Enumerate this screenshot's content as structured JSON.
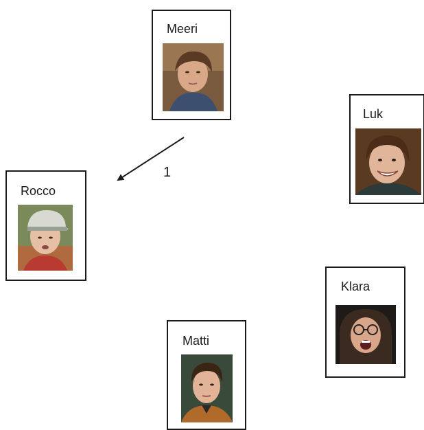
{
  "people": {
    "meeri": {
      "name": "Meeri",
      "photo_icon": "girl-portrait-photo"
    },
    "luk": {
      "name": "Luk",
      "photo_icon": "boy-smiling-portrait-photo"
    },
    "rocco": {
      "name": "Rocco",
      "photo_icon": "boy-with-cap-portrait-photo"
    },
    "klara": {
      "name": "Klara",
      "photo_icon": "girl-with-glasses-portrait-photo"
    },
    "matti": {
      "name": "Matti",
      "photo_icon": "boy-portrait-photo"
    }
  },
  "arrows": [
    {
      "from": "Meeri",
      "to": "Rocco",
      "label": "1"
    }
  ],
  "colors": {
    "line": "#1a1a1a",
    "background": "#ffffff"
  }
}
